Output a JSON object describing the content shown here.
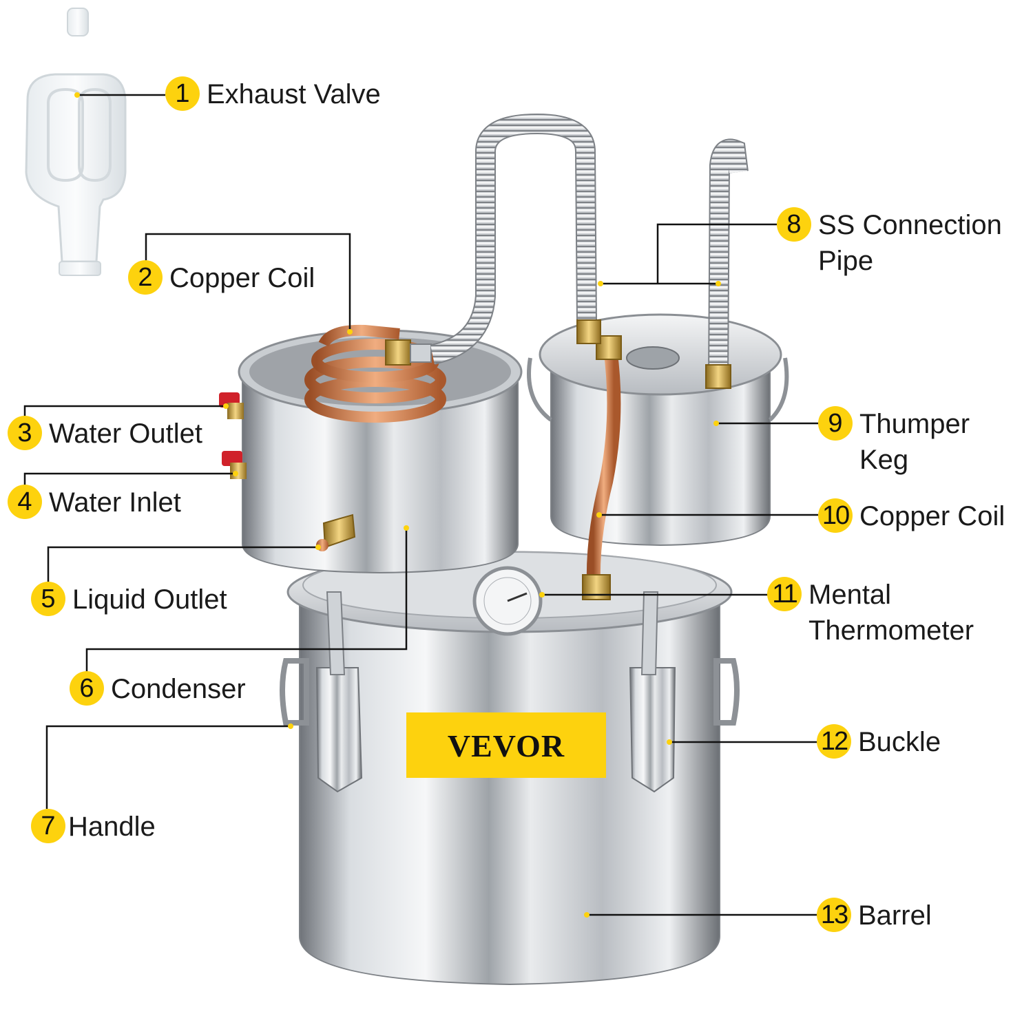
{
  "brand": {
    "logo_text": "VEVOR",
    "accent_color": "#fdd20e"
  },
  "callouts": [
    {
      "number": "1",
      "label": "Exhaust Valve",
      "icon": "airlock-exhaust-valve"
    },
    {
      "number": "2",
      "label": "Copper Coil",
      "icon": "copper-coil"
    },
    {
      "number": "3",
      "label": "Water Outlet",
      "icon": "red-valve"
    },
    {
      "number": "4",
      "label": "Water Inlet",
      "icon": "red-valve"
    },
    {
      "number": "5",
      "label": "Liquid Outlet",
      "icon": "brass-nozzle"
    },
    {
      "number": "6",
      "label": "Condenser",
      "icon": "condenser-pot"
    },
    {
      "number": "7",
      "label": "Handle",
      "icon": "side-handle"
    },
    {
      "number": "8",
      "label": "SS Connection Pipe",
      "icon": "steel-hose"
    },
    {
      "number": "9",
      "label": "Thumper Keg",
      "icon": "keg"
    },
    {
      "number": "10",
      "label": "Copper Coil",
      "icon": "copper-pipe"
    },
    {
      "number": "11",
      "label": "Mental Thermometer",
      "icon": "thermometer-dial"
    },
    {
      "number": "12",
      "label": "Buckle",
      "icon": "latch-buckle"
    },
    {
      "number": "13",
      "label": "Barrel",
      "icon": "barrel"
    }
  ]
}
